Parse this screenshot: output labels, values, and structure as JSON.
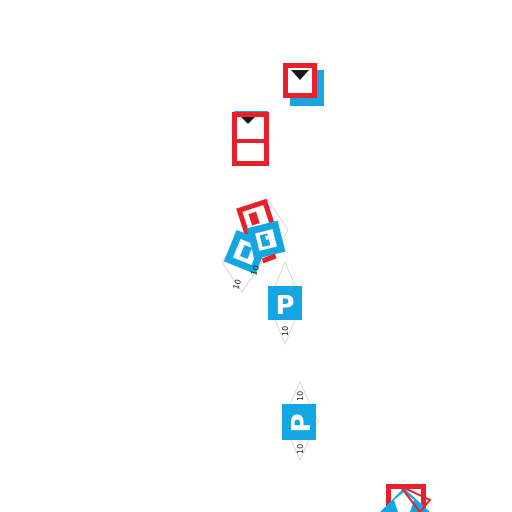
{
  "map": {
    "colors": {
      "background": "#ffffff",
      "red": "#e8202a",
      "blue": "#14a6e3",
      "dark": "#1a1a1a",
      "outline": "#d0d0d0",
      "white": "#ffffff"
    },
    "parking_labels": {
      "upper_left": "10",
      "upper_mid": "10",
      "middle_lower": "10",
      "lower_top": "10",
      "lower_bottom": "10"
    },
    "parking_glyph": "P",
    "icons": [
      "stacked-red-blue-marker-icon",
      "red-marker-icon",
      "overlapping-parking-cluster-icon",
      "parking-icon",
      "parking-icon",
      "edge-cluster-icon"
    ]
  }
}
